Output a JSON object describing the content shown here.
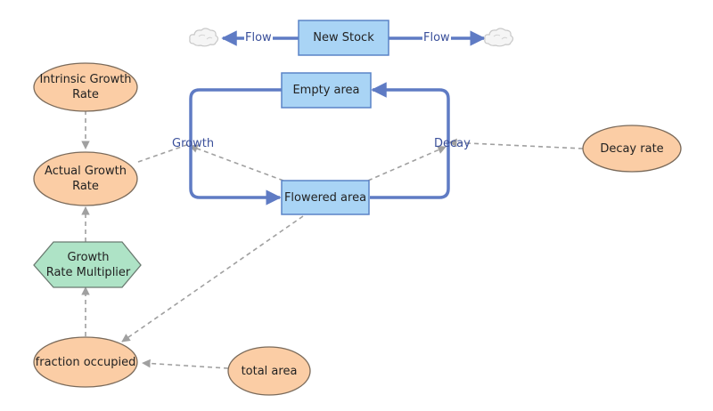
{
  "diagram": {
    "stocks": {
      "new_stock": "New Stock",
      "empty_area": "Empty area",
      "flowered_area": "Flowered area"
    },
    "flows": {
      "flow_left": "Flow",
      "flow_right": "Flow",
      "growth": "Growth",
      "decay": "Decay"
    },
    "variables": {
      "intrinsic_growth_rate": "Intrinsic Growth\nRate",
      "actual_growth_rate": "Actual Growth\nRate",
      "growth_rate_multiplier": "Growth\nRate Multiplier",
      "fraction_occupied": "fraction occupied",
      "total_area": "total area",
      "decay_rate": "Decay rate"
    },
    "colors": {
      "stock_fill": "#a9d4f5",
      "stock_stroke": "#5a83c7",
      "flow_pipe": "#5f7bc4",
      "variable_fill": "#fbcda5",
      "variable_stroke": "#7a6a5a",
      "converter_fill": "#aee3c6",
      "link_dashed": "#a0a0a0",
      "cloud": "#cfcfcf"
    }
  }
}
